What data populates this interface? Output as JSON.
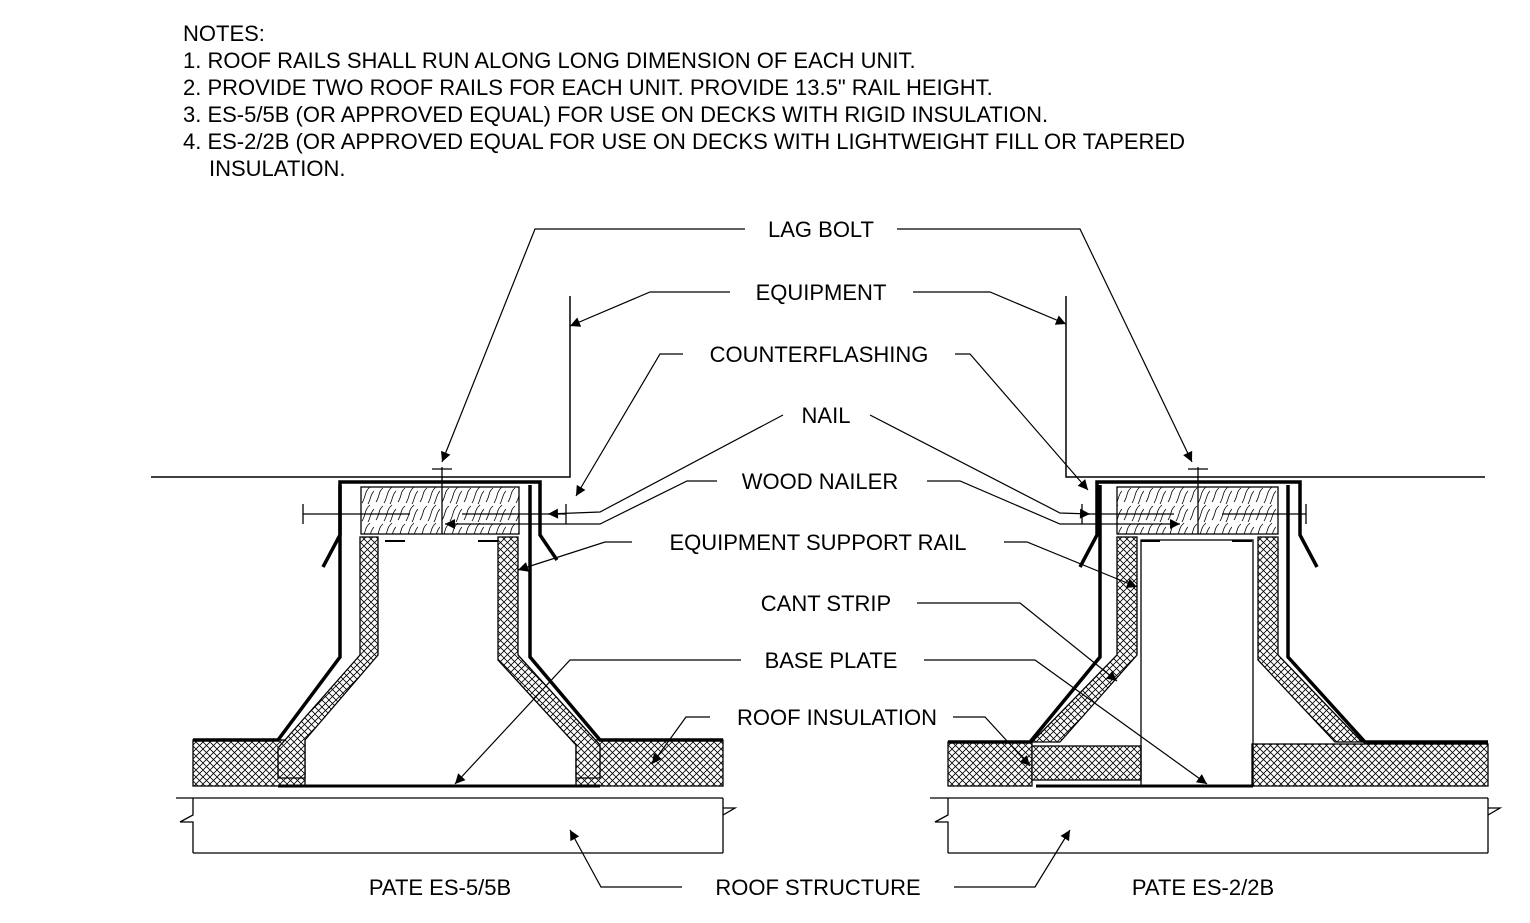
{
  "notes": {
    "heading": "NOTES:",
    "items": [
      "1. ROOF RAILS SHALL RUN ALONG LONG DIMENSION OF EACH UNIT.",
      "2. PROVIDE TWO ROOF RAILS FOR EACH UNIT. PROVIDE 13.5\" RAIL HEIGHT.",
      "3. ES-5/5B (OR APPROVED EQUAL) FOR USE ON DECKS WITH RIGID INSULATION.",
      "4. ES-2/2B (OR APPROVED EQUAL FOR USE ON DECKS WITH LIGHTWEIGHT FILL OR TAPERED",
      "INSULATION."
    ]
  },
  "labels": {
    "lag_bolt": "LAG BOLT",
    "equipment": "EQUIPMENT",
    "counterflashing": "COUNTERFLASHING",
    "nail": "NAIL",
    "wood_nailer": "WOOD NAILER",
    "equipment_support_rail": "EQUIPMENT SUPPORT RAIL",
    "cant_strip": "CANT STRIP",
    "base_plate": "BASE PLATE",
    "roof_insulation": "ROOF INSULATION",
    "roof_structure": "ROOF STRUCTURE"
  },
  "details": {
    "left_title": "PATE ES-5/5B",
    "right_title": "PATE ES-2/2B"
  }
}
